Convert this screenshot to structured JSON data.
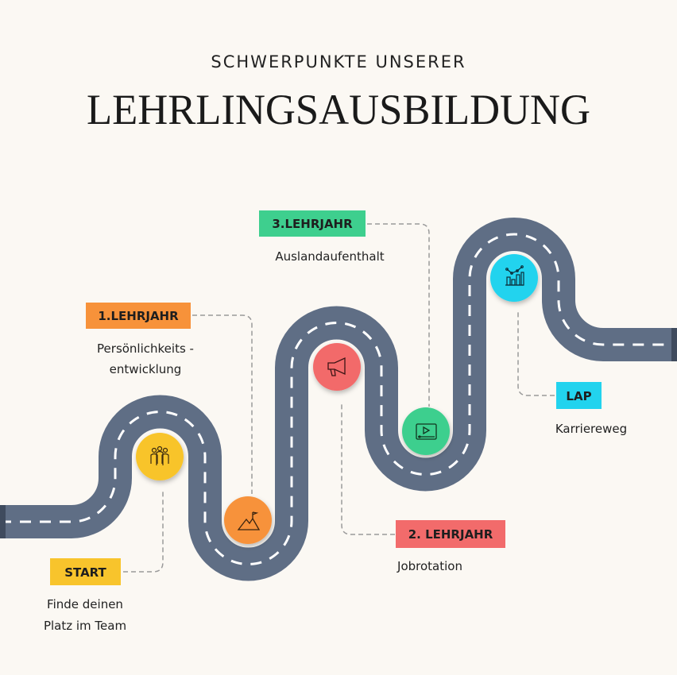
{
  "header": {
    "subtitle": "SCHWERPUNKTE UNSERER",
    "title": "LEHRLINGSAUSBILDUNG"
  },
  "colors": {
    "background": "#fbf8f3",
    "road": "#5f6e85",
    "start": "#f8c42c",
    "year1": "#f7923a",
    "year2": "#f26b6b",
    "year3": "#3ecf8e",
    "lap": "#22d3ee"
  },
  "milestones": [
    {
      "label": "START",
      "description_lines": [
        "Finde deinen",
        "Platz im Team"
      ],
      "icon": "team-icon"
    },
    {
      "label": "1.LEHRJAHR",
      "description_lines": [
        "Persönlichkeits -",
        "entwicklung"
      ],
      "icon": "mountain-flag-icon"
    },
    {
      "label": "2. LEHRJAHR",
      "description_lines": [
        "Jobrotation"
      ],
      "icon": "megaphone-icon"
    },
    {
      "label": "3.LEHRJAHR",
      "description_lines": [
        "Auslandaufenthalt"
      ],
      "icon": "video-player-icon"
    },
    {
      "label": "LAP",
      "description_lines": [
        "Karriereweg"
      ],
      "icon": "chart-icon"
    }
  ]
}
